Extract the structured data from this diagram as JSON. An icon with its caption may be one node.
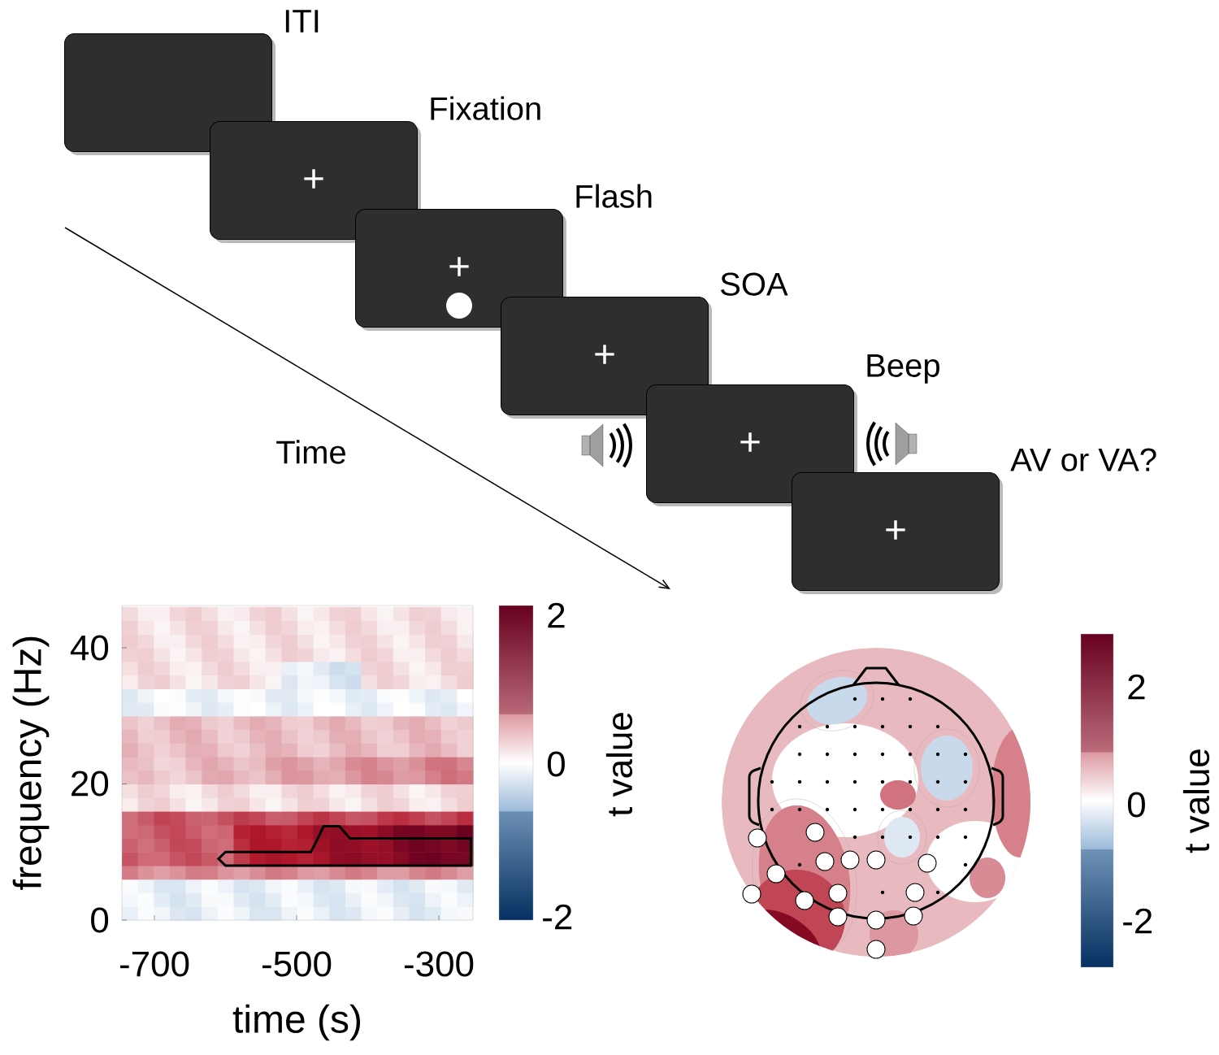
{
  "diagram": {
    "nodes": [
      {
        "text": [
          "ITI"
        ]
      },
      {
        "text": [
          "Fixation",
          "+"
        ]
      },
      {
        "text": [
          "Flash",
          "+"
        ]
      },
      {
        "text": [
          "SOA",
          "+"
        ]
      },
      {
        "text": [
          "Beep",
          "+"
        ]
      },
      {
        "text": [
          "AV or VA?",
          "+"
        ]
      }
    ],
    "labels": [
      "Time",
      "40",
      "20",
      "0",
      "frequency (Hz)",
      "-700",
      "-500",
      "-300",
      "time (s)",
      "2",
      "0",
      "-2",
      "t value",
      "2",
      "0",
      "-2",
      "t value"
    ]
  }
}
